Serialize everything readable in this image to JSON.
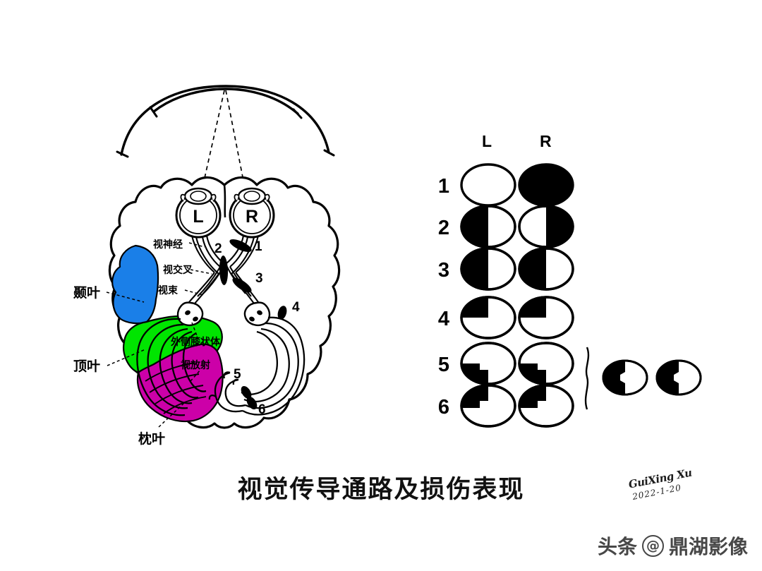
{
  "title": "视觉传导通路及损伤表现",
  "signature": {
    "name": "GuiXing Xu",
    "date": "2022-1-20"
  },
  "watermark": {
    "platform": "头条",
    "at": "@",
    "account": "鼎湖影像"
  },
  "colors": {
    "temporal_lobe": "#1a7fe8",
    "parietal_lobe": "#00e500",
    "occipital_lobe": "#cc00a8",
    "outline": "#000000",
    "background": "#ffffff"
  },
  "brain_diagram": {
    "eye_labels": {
      "left": "L",
      "right": "R"
    },
    "pathway_labels": [
      {
        "id": "optic-nerve",
        "text": "视神经"
      },
      {
        "id": "optic-chiasm",
        "text": "视交叉"
      },
      {
        "id": "optic-tract",
        "text": "视束"
      },
      {
        "id": "lateral-geniculate-body",
        "text": "外侧膝状体"
      },
      {
        "id": "optic-radiation",
        "text": "视放射"
      }
    ],
    "lobe_labels": [
      {
        "id": "temporal-lobe",
        "text": "颞叶",
        "color": "#1a7fe8"
      },
      {
        "id": "parietal-lobe",
        "text": "顶叶",
        "color": "#00e500"
      },
      {
        "id": "occipital-lobe",
        "text": "枕叶",
        "color": "#cc00a8"
      }
    ],
    "lesion_markers": [
      "1",
      "2",
      "3",
      "4",
      "5",
      "6"
    ]
  },
  "field_chart": {
    "column_headers": {
      "left": "L",
      "right": "R"
    },
    "rows": [
      {
        "number": "1",
        "left_pattern": "normal",
        "right_pattern": "full"
      },
      {
        "number": "2",
        "left_pattern": "left-half",
        "right_pattern": "right-half"
      },
      {
        "number": "3",
        "left_pattern": "left-half",
        "right_pattern": "left-half"
      },
      {
        "number": "4",
        "left_pattern": "upper-left-quadrant",
        "right_pattern": "upper-left-quadrant"
      },
      {
        "number": "5",
        "left_pattern": "lower-left-quadrant-notched",
        "right_pattern": "lower-left-quadrant-notched"
      },
      {
        "number": "6",
        "left_pattern": "upper-left-quadrant-notched",
        "right_pattern": "upper-left-quadrant-notched"
      }
    ],
    "macular_sparing": {
      "left_pattern": "left-half-macular-sparing",
      "right_pattern": "left-half-macular-sparing"
    }
  }
}
